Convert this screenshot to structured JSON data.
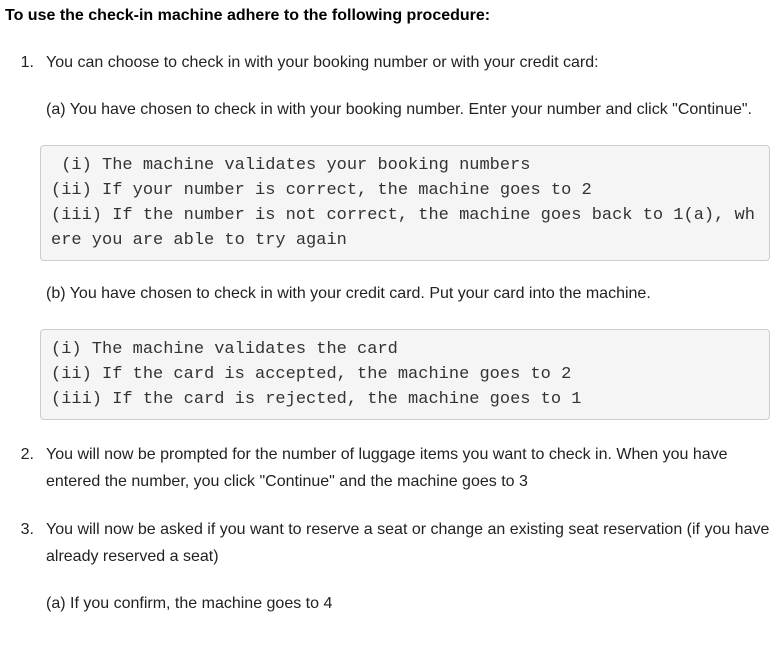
{
  "page": {
    "heading": "To use the check-in machine adhere to the following procedure:",
    "steps": [
      {
        "number": "1.",
        "text": "You can choose to check in with your booking number or with your credit card:",
        "sub_steps": [
          {
            "text": "(a) You have chosen to check in with your booking number. Enter your number and click \"Continue\".",
            "code": " (i) The machine validates your booking numbers\n(ii) If your number is correct, the machine goes to 2\n(iii) If the number is not correct, the machine goes back to 1(a), where you are able to try again"
          },
          {
            "text": "(b) You have chosen to check in with your credit card. Put your card into the machine.",
            "code": "(i) The machine validates the card\n(ii) If the card is accepted, the machine goes to 2\n(iii) If the card is rejected, the machine goes to 1"
          }
        ]
      },
      {
        "number": "2.",
        "text": "You will now be prompted for the number of luggage items you want to check in. When you have entered the number, you click \"Continue\" and the machine goes to 3"
      },
      {
        "number": "3.",
        "text": "You will now be asked if you want to reserve a seat or change an existing seat reservation (if you have already reserved a seat)",
        "sub_steps": [
          {
            "text": "(a) If you confirm, the machine goes to 4"
          }
        ]
      }
    ],
    "colors": {
      "text": "#222222",
      "heading_text": "#000000",
      "code_text": "#333333",
      "code_background": "#f5f5f5",
      "code_border": "#cccccc"
    }
  }
}
